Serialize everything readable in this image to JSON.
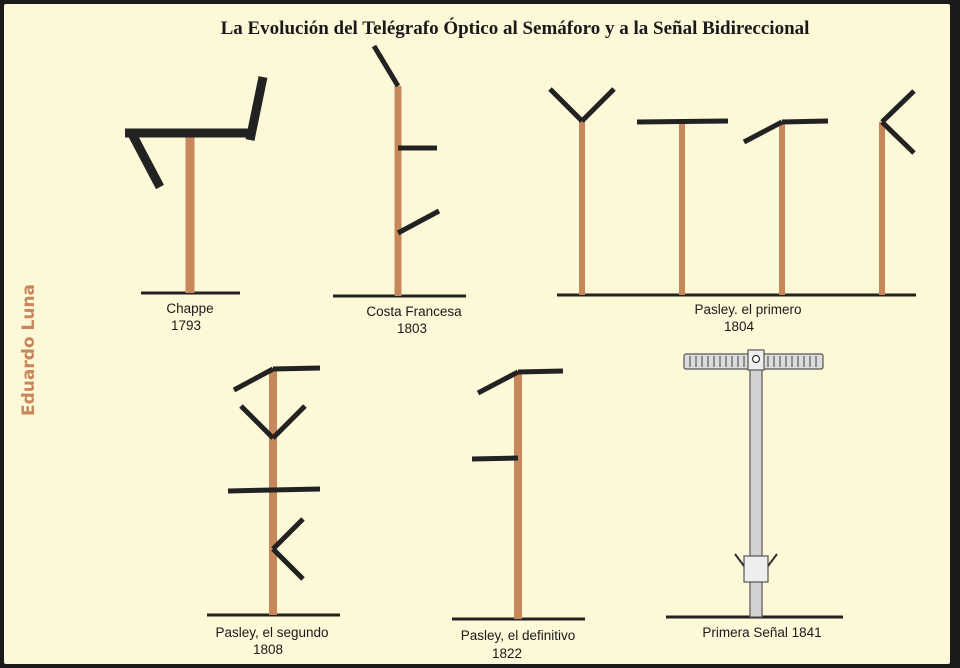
{
  "title": "La Evolución del Telégrafo Óptico al Semáforo y a la Señal Bidireccional",
  "author": "Eduardo Luna",
  "colors": {
    "background": "#fdf8d8",
    "frame": "#1a1a1a",
    "post": "#c8875a",
    "arm": "#222222",
    "signal_post": "#d2d2d2"
  },
  "captions": {
    "chappe": {
      "name": "Chappe",
      "year": "1793"
    },
    "costa_francesa": {
      "name": "Costa Francesa",
      "year": "1803"
    },
    "pasley_primero": {
      "name": "Pasley. el primero",
      "year": "1804"
    },
    "pasley_segundo": {
      "name": "Pasley, el segundo",
      "year": "1808"
    },
    "pasley_definitivo": {
      "name": "Pasley, el definitivo",
      "year": "1822"
    },
    "primera_senal": {
      "name": "Primera Señal 1841"
    }
  }
}
